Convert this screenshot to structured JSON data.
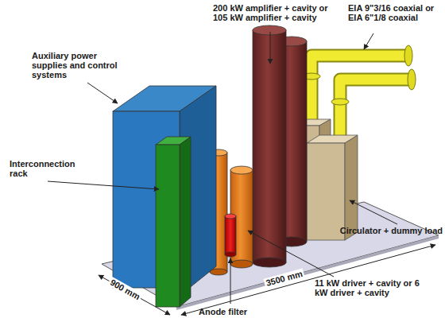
{
  "diagram": {
    "labels": [
      "200 kW amplifier + cavity or 105 kW amplifier + cavity",
      "EIA 9\"3/16 coaxial or EIA 6\"1/8 coaxial",
      "Auxiliary power supplies and control systems",
      "Interconnection rack",
      "Circulator + dummy load",
      "11 kW driver + cavity or 6 kW driver + cavity",
      "Anode filter",
      "3500 mm",
      "900 mm"
    ]
  }
}
